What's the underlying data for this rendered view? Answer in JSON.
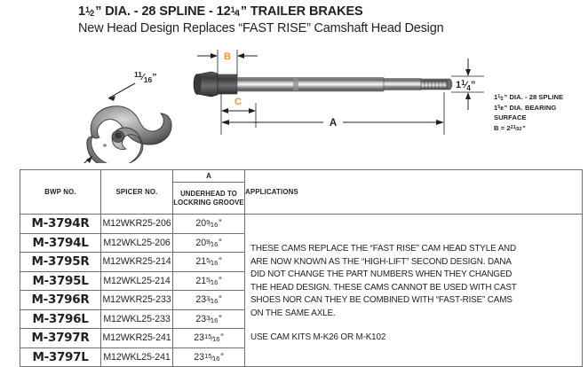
{
  "title": {
    "line1_pre": "1",
    "line1_frac_num": "1",
    "line1_frac_den": "2",
    "line1_mid": "” DIA. - 28 SPLINE - 12",
    "line1_frac2_num": "1",
    "line1_frac2_den": "4",
    "line1_post": "” TRAILER BRAKES",
    "line1_full": "1½” DIA. - 28 SPLINE - 12¼” TRAILER BRAKES",
    "line2": "New Head Design Replaces “FAST RISE” Camshaft Head Design"
  },
  "drawing": {
    "callout_cam_num": "11",
    "callout_cam_den": "16",
    "callout_cam_suffix": "”",
    "dim_b_label": "B",
    "dim_c_label": "C",
    "dim_a_label": "A",
    "dim_right_whole": "1",
    "dim_right_num": "1",
    "dim_right_den": "4",
    "dim_right_suffix": "”"
  },
  "spec_notes": {
    "line1_whole": "1",
    "line1_num": "1",
    "line1_den": "2",
    "line1_text": "” DIA. - 28 SPLINE",
    "line2_whole": "1",
    "line2_num": "5",
    "line2_den": "8",
    "line2_text": "” DIA. BEARING",
    "line3": "SURFACE",
    "line4_pre": "B = 2",
    "line4_num": "21",
    "line4_den": "32",
    "line4_suffix": "”"
  },
  "table": {
    "headers": {
      "bwp": "BWP NO.",
      "spicer": "SPICER NO.",
      "a_top": "A",
      "a_bottom_line1": "UNDERHEAD TO",
      "a_bottom_line2": "LOCKRING GROOVE",
      "applications": "APPLICATIONS"
    },
    "rows": [
      {
        "bwp": "M-3794R",
        "spicer": "M12WKR25-206",
        "whole": "20",
        "num": "9",
        "den": "16",
        "suffix": "”"
      },
      {
        "bwp": "M-3794L",
        "spicer": "M12WKL25-206",
        "whole": "20",
        "num": "9",
        "den": "16",
        "suffix": "”"
      },
      {
        "bwp": "M-3795R",
        "spicer": "M12WKR25-214",
        "whole": "21",
        "num": "5",
        "den": "16",
        "suffix": "”"
      },
      {
        "bwp": "M-3795L",
        "spicer": "M12WKL25-214",
        "whole": "21",
        "num": "5",
        "den": "16",
        "suffix": "”"
      },
      {
        "bwp": "M-3796R",
        "spicer": "M12WKR25-233",
        "whole": "23",
        "num": "3",
        "den": "16",
        "suffix": "”"
      },
      {
        "bwp": "M-3796L",
        "spicer": "M12WKL25-233",
        "whole": "23",
        "num": "3",
        "den": "16",
        "suffix": "”"
      },
      {
        "bwp": "M-3797R",
        "spicer": "M12WKR25-241",
        "whole": "23",
        "num": "15",
        "den": "16",
        "suffix": "”"
      },
      {
        "bwp": "M-3797L",
        "spicer": "M12WKL25-241",
        "whole": "23",
        "num": "15",
        "den": "16",
        "suffix": "”"
      }
    ],
    "applications": {
      "para1_line1": "THESE CAMS REPLACE THE “FAST RISE” CAM HEAD STYLE AND",
      "para1_line2": "ARE NOW KNOWN AS THE “HIGH-LIFT” SECOND DESIGN. DANA",
      "para1_line3": "DID NOT CHANGE THE PART NUMBERS WHEN THEY CHANGED",
      "para1_line4": "THE HEAD DESIGN. THESE CAMS CANNOT BE USED WITH CAST",
      "para1_line5": "SHOES NOR CAN THEY BE COMBINED WITH “FAST-RISE” CAMS",
      "para1_line6": "ON THE SAME AXLE.",
      "para2_line1": "USE CAM KITS M-K26 OR M-K102"
    }
  },
  "colors": {
    "text": "#231f20",
    "rule": "#6d6e71",
    "dim_label": "#f7941d",
    "metal_dark": "#4d4d4d",
    "metal_light": "#b3b3b3"
  }
}
